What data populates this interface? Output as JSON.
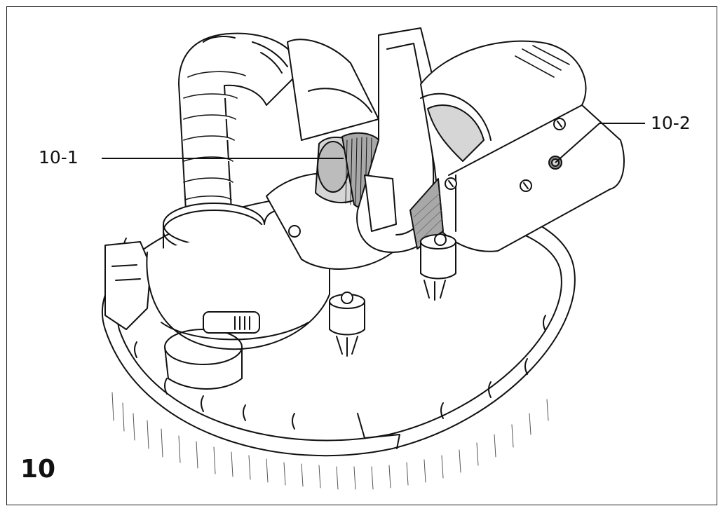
{
  "figure": {
    "number": "10",
    "callouts": [
      {
        "id": "10-1",
        "label": "10-1"
      },
      {
        "id": "10-2",
        "label": "10-2"
      }
    ]
  },
  "colors": {
    "line": "#111111",
    "shade_light": "#d6d6d6",
    "shade_mid": "#a8a8a8",
    "shade_dark": "#8a8a8a"
  }
}
